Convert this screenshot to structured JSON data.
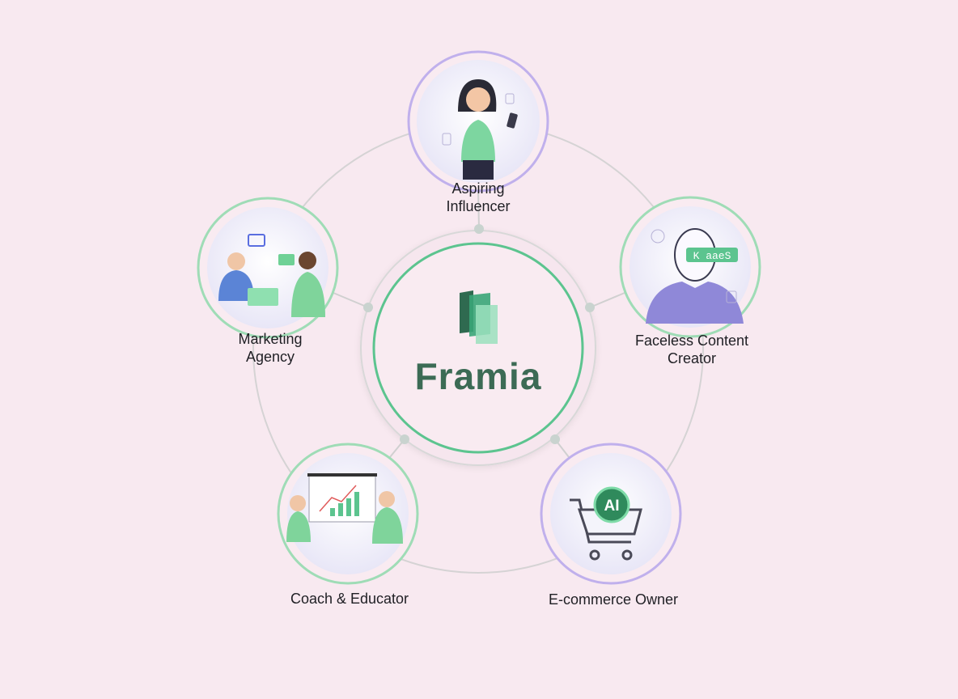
{
  "center": {
    "brand": "Framia"
  },
  "nodes": [
    {
      "id": "aspiring-influencer",
      "label_line1": "Aspiring",
      "label_line2": "Influencer"
    },
    {
      "id": "marketing-agency",
      "label_line1": "Marketing",
      "label_line2": "Agency"
    },
    {
      "id": "faceless-content-creator",
      "label_line1": "Faceless Content",
      "label_line2": "Creator",
      "badge": "K aaeS"
    },
    {
      "id": "coach-educator",
      "label_line1": "Coach & Educator"
    },
    {
      "id": "ecommerce-owner",
      "label_line1": "E-commerce Owner",
      "badge": "AI"
    }
  ],
  "colors": {
    "background": "#f8e9f0",
    "green": "#5cc48f",
    "purple": "#b8a8e6",
    "brand": "#3c6b55",
    "ring": "#d3d3d3"
  }
}
